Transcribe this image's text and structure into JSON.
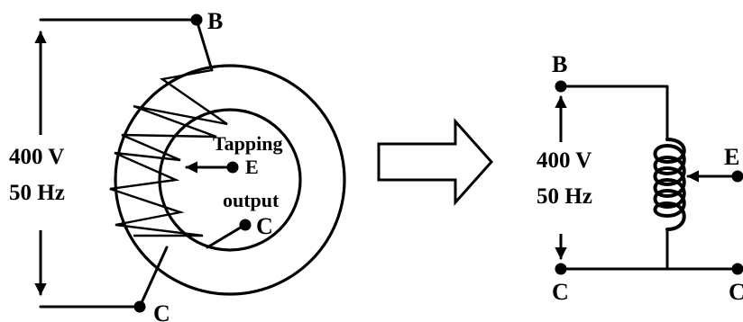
{
  "colors": {
    "ink": "#000000",
    "background": "#ffffff"
  },
  "left_diagram": {
    "terminal_top": "B",
    "terminal_bottom": "C",
    "voltage": "400 V",
    "frequency": "50 Hz",
    "tapping_label": "Tapping",
    "tapping_terminal": "E",
    "output_label": "output",
    "output_terminal": "C"
  },
  "right_diagram": {
    "terminal_top": "B",
    "terminal_bottom_left": "C",
    "terminal_bottom_right": "C",
    "tap_terminal": "E",
    "voltage": "400 V",
    "frequency": "50 Hz"
  },
  "transform_arrow_icon": "hollow-right-arrow-icon"
}
